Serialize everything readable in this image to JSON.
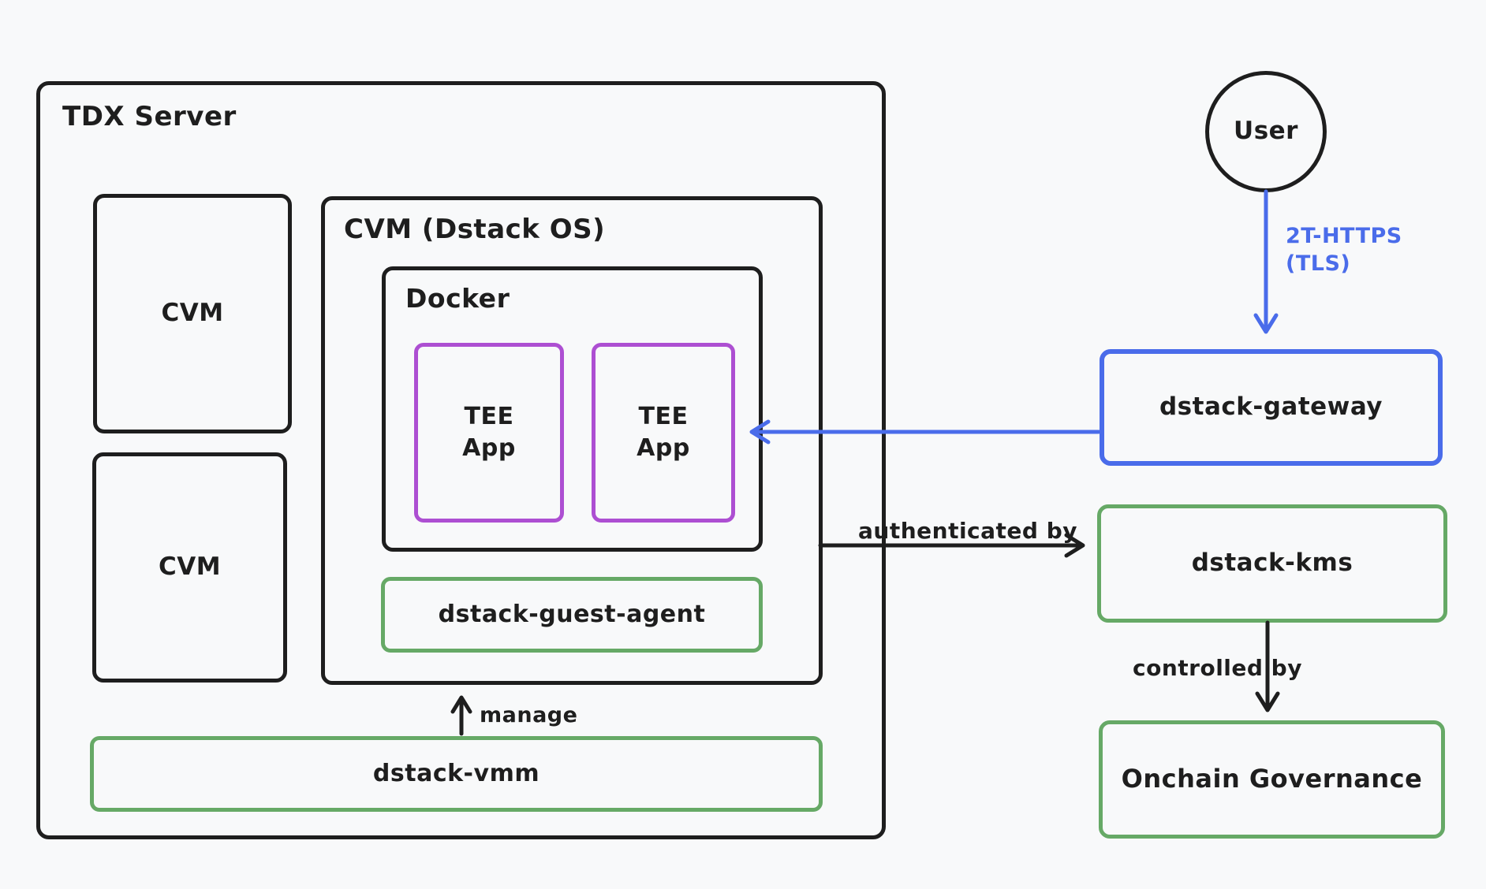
{
  "diagram_title": "dstack TDX architecture diagram",
  "colors": {
    "background": "#f8f9fa",
    "stroke_black": "#1e1e1e",
    "stroke_purple": "#ad4fd2",
    "stroke_green": "#66a966",
    "stroke_blue": "#4a6cea"
  },
  "nodes": {
    "tdx_server": {
      "label": "TDX Server"
    },
    "cvm_1": {
      "label": "CVM"
    },
    "cvm_2": {
      "label": "CVM"
    },
    "cvm_os": {
      "label": "CVM (Dstack OS)"
    },
    "docker": {
      "label": "Docker"
    },
    "tee_app_1": {
      "label": "TEE\nApp"
    },
    "tee_app_2": {
      "label": "TEE\nApp"
    },
    "guest_agent": {
      "label": "dstack-guest-agent"
    },
    "vmm": {
      "label": "dstack-vmm"
    },
    "user": {
      "label": "User"
    },
    "gateway": {
      "label": "dstack-gateway"
    },
    "kms": {
      "label": "dstack-kms"
    },
    "governance": {
      "label": "Onchain Governance"
    }
  },
  "edges": {
    "user_to_gateway": {
      "label": "2T-HTTPS\n(TLS)",
      "color": "#4a6cea"
    },
    "gateway_to_tee_app": {
      "label": "",
      "color": "#4a6cea"
    },
    "authenticated_by": {
      "label": "authenticated by",
      "color": "#1e1e1e"
    },
    "controlled_by": {
      "label": "controlled by",
      "color": "#1e1e1e"
    },
    "manage": {
      "label": "manage",
      "color": "#1e1e1e"
    }
  }
}
